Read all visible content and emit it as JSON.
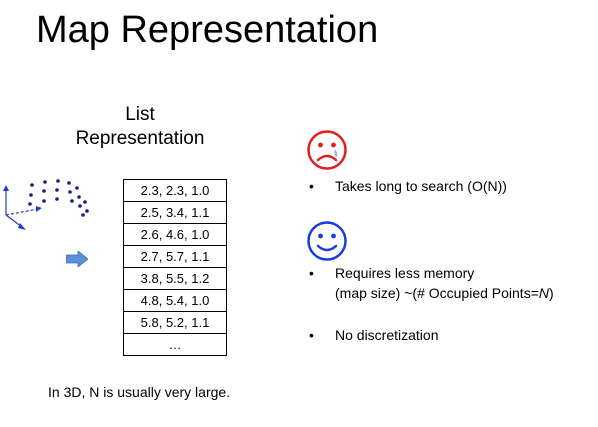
{
  "slide": {
    "title": "Map Representation",
    "list_heading_line1": "List",
    "list_heading_line2": "Representation"
  },
  "table": {
    "rows": [
      "2.3, 2.3, 1.0",
      "2.5, 3.4, 1.1",
      "2.6, 4.6, 1.0",
      "2.7, 5.7, 1.1",
      "3.8, 5.5, 1.2",
      "4.8, 5.4, 1.0",
      "5.8, 5.2, 1.1",
      "…"
    ]
  },
  "cons": {
    "face_color": "#e02020",
    "tear_color": "#a8b8d8",
    "bullet": "•",
    "item1": "Takes long to search (O(N))"
  },
  "pros": {
    "face_color": "#1a3de0",
    "bullet": "•",
    "item1_line1": "Requires less memory",
    "item1_line2_prefix": "(map size) ~(# Occupied Points=",
    "item1_line2_var": "N",
    "item1_line2_suffix": ")",
    "item2": "No discretization"
  },
  "footer": {
    "note": "In 3D, N is usually very large."
  },
  "colors": {
    "point_color": "#1a1a8c",
    "axis_color": "#1f3fbf",
    "arrow_color": "#5b8fd6"
  }
}
